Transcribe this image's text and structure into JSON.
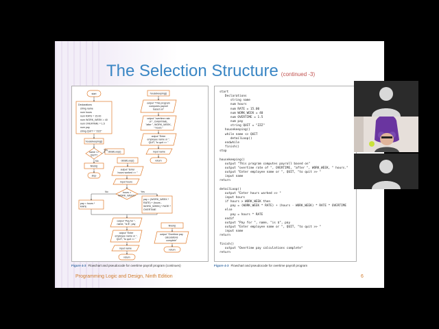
{
  "slide": {
    "title": "The Selection Structure",
    "title_suffix": "(continued -3)",
    "footer": "Programming Logic and Design, Ninth Edition",
    "page_number": "6",
    "caption_left": {
      "label": "Figure 4-3",
      "text": "Flowchart and pseudocode for overtime payroll program (continues)"
    },
    "caption_right": {
      "label": "Figure 4-3",
      "text": "Flowchart and pseudocode for overtime payroll program"
    }
  },
  "flowchart": {
    "start": "start",
    "declarations": [
      "Declarations",
      "string name",
      "num hours",
      "num RATE = 15.00",
      "num WORK_WEEK = 40",
      "num OVERTIME = 1.5",
      "num pay",
      "string QUIT = \"ZZZ\""
    ],
    "housekeeping_call": "housekeeping()",
    "decision_quit": [
      "name <>",
      "QUIT?"
    ],
    "yes": "Yes",
    "no": "No",
    "detail_call": "detailLoop()",
    "finish_call": "finish()",
    "stop": "stop",
    "hk_header": "housekeeping()",
    "hk_out1": [
      "output \"This program",
      "computes payroll",
      "based on\""
    ],
    "hk_out2": [
      "output \"overtime rate",
      "of \", OVERTIME,",
      "\"after \", WORK_WEEK,",
      "\" hours.\""
    ],
    "hk_out3": [
      "output \"Enter",
      "employee name or \",",
      "QUIT, \"to quit >> \""
    ],
    "hk_input": "input name",
    "return": "return",
    "dl_header": "detailLoop()",
    "dl_out1": [
      "output \"Enter",
      "hours worked >> \""
    ],
    "dl_input_hours": "input hours",
    "dl_decision": [
      "hours >",
      "WORK_WEEK?"
    ],
    "dl_pay_regular": [
      "pay = hours *",
      "RATE"
    ],
    "dl_pay_overtime": [
      "pay = (WORK_WEEK *",
      "RATE) + (hours -",
      "WORK_WEEK) * RATE *",
      "OVERTIME"
    ],
    "dl_out_pay": [
      "output \"Pay for \",",
      "name, \"is $\", pay"
    ],
    "dl_out_enter": [
      "output \"Enter",
      "employee name or \",",
      "QUIT, \"to quit >> \""
    ],
    "dl_input_name": "input name",
    "fin_header": "finish()",
    "fin_out": [
      "output \"Overtime pay",
      "calculations",
      "complete\""
    ]
  },
  "pseudocode": [
    "start",
    "   Declarations",
    "      string name",
    "      num hours",
    "      num RATE = 15.00",
    "      num WORK_WEEK = 40",
    "      num OVERTIME = 1.5",
    "      num pay",
    "      string QUIT = \"ZZZ\"",
    "   housekeeping()",
    "   while name <> QUIT",
    "      detailLoop()",
    "   endwhile",
    "   finish()",
    "stop",
    "",
    "housekeeping()",
    "   output \"This program computes payroll based on\"",
    "   output \"overtime rate of \", OVERTIME, \"after \", WORK_WEEK, \" hours.\"",
    "   output \"Enter employee name or \", QUIT, \"to quit >> \"",
    "   input name",
    "return",
    "",
    "detailLoop()",
    "   output \"Enter hours worked >> \"",
    "   input hours",
    "   if hours > WORK_WEEK then",
    "      pay = (WORK_WEEK * RATE) + (hours - WORK_WEEK) * RATE * OVERTIME",
    "   else",
    "      pay = hours * RATE",
    "   endif",
    "   output \"Pay for \", name, \"is $\", pay",
    "   output \"Enter employee name or \", QUIT, \"to quit >> \"",
    "   input name",
    "return",
    "",
    "finish()",
    "   output \"Overtime pay calculations complete\"",
    "return"
  ],
  "colors": {
    "title": "#3a86c4",
    "accent": "#d07a2a",
    "flow_stroke": "#e07a2a",
    "tile_bg": "#2b2b2b",
    "avatar": "#d9d9d9"
  },
  "participants": [
    {
      "kind": "avatar-placeholder"
    },
    {
      "kind": "camera-video"
    },
    {
      "kind": "avatar-placeholder"
    }
  ]
}
